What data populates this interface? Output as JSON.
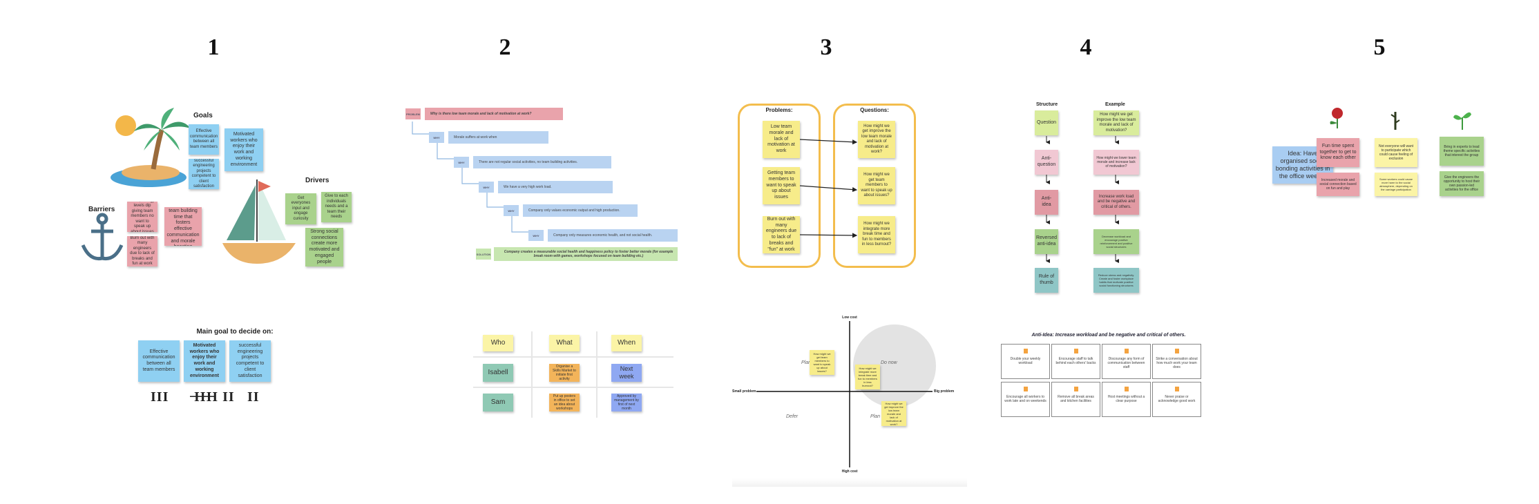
{
  "steps": [
    "1",
    "2",
    "3",
    "4",
    "5"
  ],
  "panel1": {
    "goals_label": "Goals",
    "drivers_label": "Drivers",
    "barriers_label": "Barriers",
    "goal_notes": [
      "Effective communication between all team members",
      "Motivated workers who enjoy their work and working environment",
      "successful engineering projects competent to client satisfaction"
    ],
    "driver_notes": [
      "Get everyones input and engage curiosity",
      "Give to each individuals needs and a team their needs",
      "Strong social connections create more motivated and engaged people"
    ],
    "barrier_notes": [
      "Tired, energy levels dip giving team members no want to speak up about issues",
      "Not enough team building time that fosters effective communication and morale boosting",
      "Burn out with many engineers due to lack of breaks and fun at work"
    ],
    "main_goal_title": "Main goal to decide on:",
    "main_goal_notes": [
      "Effective communication between all team members",
      "Motivated workers who enjoy their work and working environment",
      "successful engineering projects competent to client satisfaction"
    ],
    "tallies": [
      "III",
      "̶I̶I̶I̶I II",
      "II"
    ]
  },
  "panel2": {
    "problem_tag": "PROBLEM",
    "problem_text": "Why is there low team morale and lack of motivation at work?",
    "whys": [
      {
        "tag": "WHY",
        "text": "Morale suffers at work when"
      },
      {
        "tag": "WHY",
        "text": "There are not regular social activities, no team building activities."
      },
      {
        "tag": "WHY",
        "text": "We have a very high work load."
      },
      {
        "tag": "WHY",
        "text": "Company only values economic output and high production."
      },
      {
        "tag": "WHY",
        "text": "Company only measures economic health, and not social health."
      }
    ],
    "solution_tag": "SOLUTION",
    "solution_text": "Company creates a measurable social health and happiness policy to foster better morale (for example break room with games, workshops focused on team building etc.)",
    "grid_headers": [
      "Who",
      "What",
      "When"
    ],
    "grid_rows": [
      [
        "Isabell",
        "Organise a Skills Market to initiate first activity",
        "Next week"
      ],
      [
        "Sam",
        "Put up posters in office to set an idea about workshops",
        "Approved by management by first of next month"
      ]
    ]
  },
  "panel3": {
    "problems_label": "Problems:",
    "questions_label": "Questions:",
    "problems": [
      "Low team morale and lack of motivation at work",
      "Getting team members to want to speak up about issues",
      "Burn out with many engineers due to lack of breaks and \"fun\" at work"
    ],
    "questions": [
      "How might we get improve the low team morale and lack of motivation at work?",
      "How might we get team members to want to speak up about issues?",
      "How might we integrate more break time and fun to members in less burnout?"
    ],
    "matrix": {
      "top": "Low cost",
      "bottom": "High cost",
      "left": "Small problem",
      "right": "Big problem",
      "q_plan_left": "Plan",
      "q_do_now": "Do now",
      "q_defer": "Defer",
      "q_plan_right": "Plan"
    },
    "matrix_notes": [
      "How might we get team members to want to speak up about issues?",
      "How might we integrate more break time and fun to members in less burnout?",
      "How might we get improve the low team morale and lack of motivation at work?"
    ]
  },
  "panel4": {
    "structure_label": "Structure",
    "example_label": "Example",
    "structure": [
      "Question",
      "Anti-question",
      "Anti-idea",
      "Reversed anti-idea",
      "Rule of thumb"
    ],
    "example": [
      "How might we get improve the low team morale and lack of motivation?",
      "How might we lower team morale and increase lack of motivation?",
      "Increase work load and be negative and critical of others.",
      "Decrease workload and encourage positive reinforcement and positive social structures",
      "Reduce stress and negativity. Create and foster workplace habits that motivate positive social functioning structures"
    ],
    "anti_title": "Anti-Idea: Increase workload and be negative and critical of others.",
    "anti_cells": [
      "Double your weekly workload",
      "Encourage staff to talk behind each others' backs",
      "Discourage any form of communication between staff",
      "Strike a conversation about how much work your team does",
      "Encourage all workers to work late and on weekends",
      "Remove all break areas and kitchen facilities",
      "Host meetings without a clear purpose",
      "Never praise or acknowledge good work"
    ]
  },
  "panel5": {
    "idea_note": "Idea: Have organised social bonding activities in the office weekly.",
    "rose_notes": [
      "Fun time spent together to get to know each other",
      "Increased morale and social connection based on fun and play"
    ],
    "thorn_notes": [
      "Not everyone will want to participate which could cause feeling of exclusion",
      "Some workers could cause more harm to the social atmosphere, depending on the carriage participation"
    ],
    "bud_notes": [
      "Bring in experts to lead theme specific activities that interest the group",
      "Give the engineers the opportunity to host their own passion-led activities for the office"
    ]
  },
  "colors": {
    "blue_note": "#8fd0f2",
    "pink_note": "#e9a3ab",
    "green_note": "#a9d28c",
    "yellow_note": "#fbf4a6",
    "orange_frame": "#f3bd4d"
  }
}
